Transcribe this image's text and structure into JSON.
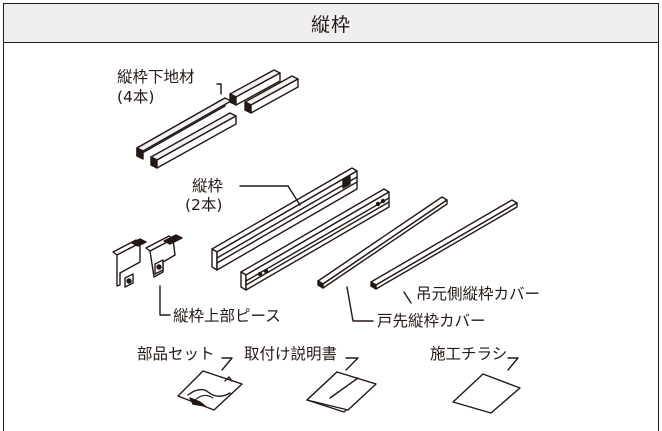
{
  "header": {
    "title": "縦枠"
  },
  "labels": {
    "sub_frame_line1": "縦枠下地材",
    "sub_frame_line2": "(4本)",
    "frame_line1": "縦枠",
    "frame_line2": "(2本)",
    "hinge_cover": "吊元側縦枠カバー",
    "latch_cover": "戸先縦枠カバー",
    "top_piece": "縦枠上部ピース",
    "parts_set": "部品セット",
    "manual": "取付け説明書",
    "flyer": "施工チラシ"
  }
}
